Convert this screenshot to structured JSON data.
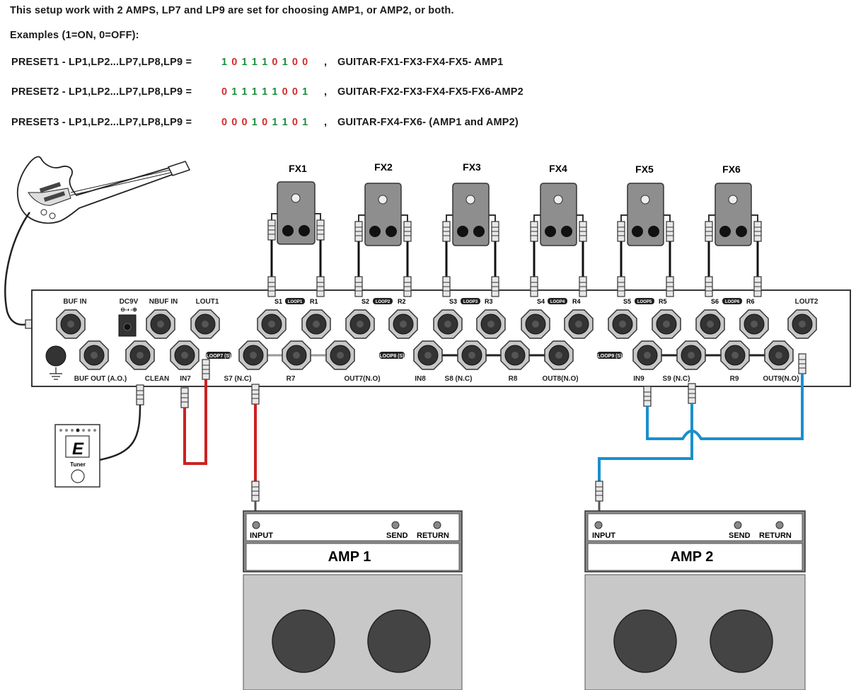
{
  "header": {
    "line1": "This setup work with 2 AMPS, LP7 and LP9 are set for choosing AMP1, or AMP2, or both.",
    "examples": "Examples (1=ON, 0=OFF):"
  },
  "presets": [
    {
      "label": "PRESET1 - LP1,LP2...LP7,LP8,LP9 =",
      "bits": [
        "1",
        "0",
        "1",
        "1",
        "1",
        "0",
        "1",
        "0",
        "0"
      ],
      "chain": "GUITAR-FX1-FX3-FX4-FX5- AMP1"
    },
    {
      "label": "PRESET2 - LP1,LP2...LP7,LP8,LP9 =",
      "bits": [
        "0",
        "1",
        "1",
        "1",
        "1",
        "1",
        "0",
        "0",
        "1"
      ],
      "chain": "GUITAR-FX2-FX3-FX4-FX5-FX6-AMP2"
    },
    {
      "label": "PRESET3 - LP1,LP2...LP7,LP8,LP9 =",
      "bits": [
        "0",
        "0",
        "0",
        "1",
        "0",
        "1",
        "1",
        "0",
        "1"
      ],
      "chain": "GUITAR-FX4-FX6- (AMP1 and AMP2)"
    }
  ],
  "fx": [
    "FX1",
    "FX2",
    "FX3",
    "FX4",
    "FX5",
    "FX6"
  ],
  "loops": [
    {
      "send": "S1",
      "tag": "LOOP1",
      "ret": "R1"
    },
    {
      "send": "S2",
      "tag": "LOOP2",
      "ret": "R2"
    },
    {
      "send": "S3",
      "tag": "LOOP3",
      "ret": "R3"
    },
    {
      "send": "S4",
      "tag": "LOOP4",
      "ret": "R4"
    },
    {
      "send": "S5",
      "tag": "LOOP5",
      "ret": "R5"
    },
    {
      "send": "S6",
      "tag": "LOOP6",
      "ret": "R6"
    }
  ],
  "switcher": {
    "buf_in": "BUF IN",
    "dc": "DC9V",
    "nbuf_in": "NBUF IN",
    "lout1": "LOUT1",
    "lout2": "LOUT2",
    "buf_out": "BUF OUT (A.O.)",
    "clean": "CLEAN",
    "in7": "IN7",
    "s7": "S7 (N.C)",
    "r7": "R7",
    "out7": "OUT7(N.O)",
    "in8": "IN8",
    "s8": "S8 (N.C)",
    "r8": "R8",
    "out8": "OUT8(N.O)",
    "in9": "IN9",
    "s9": "S9 (N.C)",
    "r9": "R9",
    "out9": "OUT9(N.O)",
    "loop7": "LOOP7 (S)",
    "loop8": "LOOP8 (S)",
    "loop9": "LOOP9 (S)"
  },
  "tuner": {
    "display": "E",
    "label": "Tuner"
  },
  "amps": [
    {
      "name": "AMP 1",
      "input": "INPUT",
      "send": "SEND",
      "return": "RETURN"
    },
    {
      "name": "AMP 2",
      "input": "INPUT",
      "send": "SEND",
      "return": "RETURN"
    }
  ],
  "colors": {
    "on": "#1e8e3e",
    "off": "#d32f2f",
    "amp1_cable": "#cc2222",
    "amp2_cable": "#1a8fcc"
  }
}
